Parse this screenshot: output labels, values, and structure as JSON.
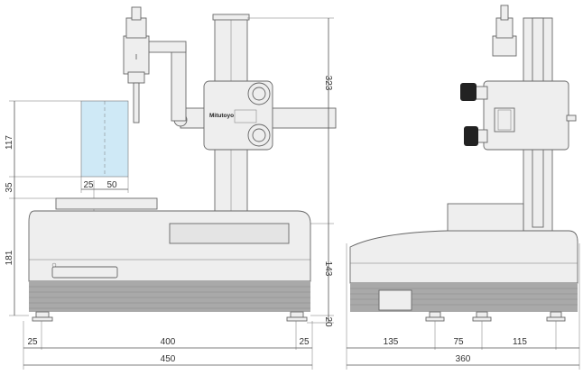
{
  "drawing": {
    "brand_label": "Mitutoyo",
    "dimensions": {
      "column_height": "323",
      "probe_range": "117",
      "gap_to_table": "35",
      "offset_left": "25",
      "offset_width": "50",
      "base_height": "181",
      "base_height_right": "143",
      "foot_height": "20",
      "front_left": "25",
      "front_mid": "400",
      "front_right": "25",
      "front_total": "450",
      "side_a": "135",
      "side_b": "75",
      "side_c": "115",
      "side_total": "360"
    }
  },
  "colors": {
    "measurement_zone": "#cfe9f6",
    "grille": "#a9a9a9",
    "knob": "#222222"
  }
}
